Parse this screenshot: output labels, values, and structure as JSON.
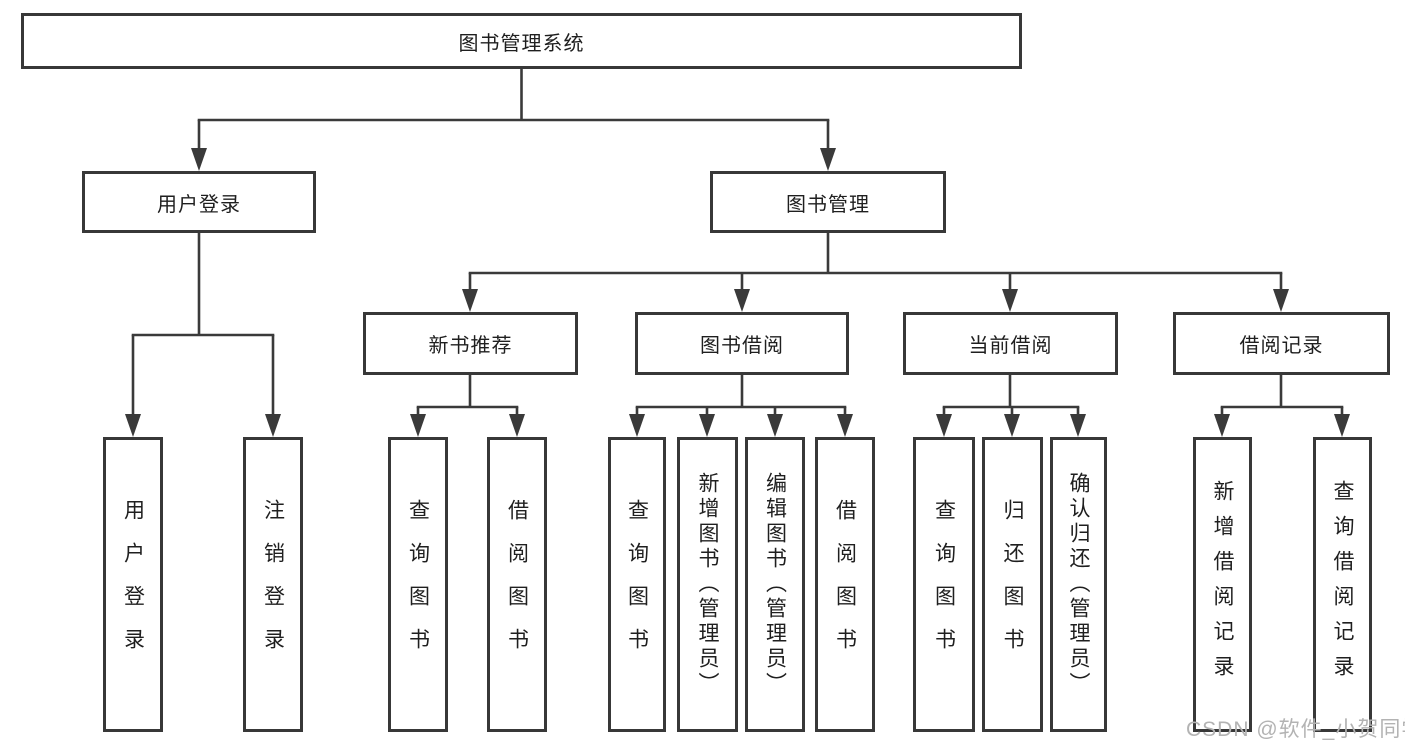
{
  "diagram": {
    "title": "图书管理系统",
    "watermark": "CSDN @软件_小贺同学",
    "colors": {
      "line": "#3a3a3a",
      "box_border": "#383838",
      "text": "#1f1f1f",
      "watermark": "#b3b3b3",
      "background": "#ffffff"
    },
    "tree": {
      "root": {
        "label": "图书管理系统",
        "children": [
          {
            "label": "用户登录",
            "children": [
              {
                "label": "用户登录"
              },
              {
                "label": "注销登录"
              }
            ]
          },
          {
            "label": "图书管理",
            "children": [
              {
                "label": "新书推荐",
                "children": [
                  {
                    "label": "查询图书"
                  },
                  {
                    "label": "借阅图书"
                  }
                ]
              },
              {
                "label": "图书借阅",
                "children": [
                  {
                    "label": "查询图书"
                  },
                  {
                    "label": "新增图书（管理员）"
                  },
                  {
                    "label": "编辑图书（管理员）"
                  },
                  {
                    "label": "借阅图书"
                  }
                ]
              },
              {
                "label": "当前借阅",
                "children": [
                  {
                    "label": "查询图书"
                  },
                  {
                    "label": "归还图书"
                  },
                  {
                    "label": "确认归还（管理员）"
                  }
                ]
              },
              {
                "label": "借阅记录",
                "children": [
                  {
                    "label": "新增借阅记录"
                  },
                  {
                    "label": "查询借阅记录"
                  }
                ]
              }
            ]
          }
        ]
      }
    }
  }
}
